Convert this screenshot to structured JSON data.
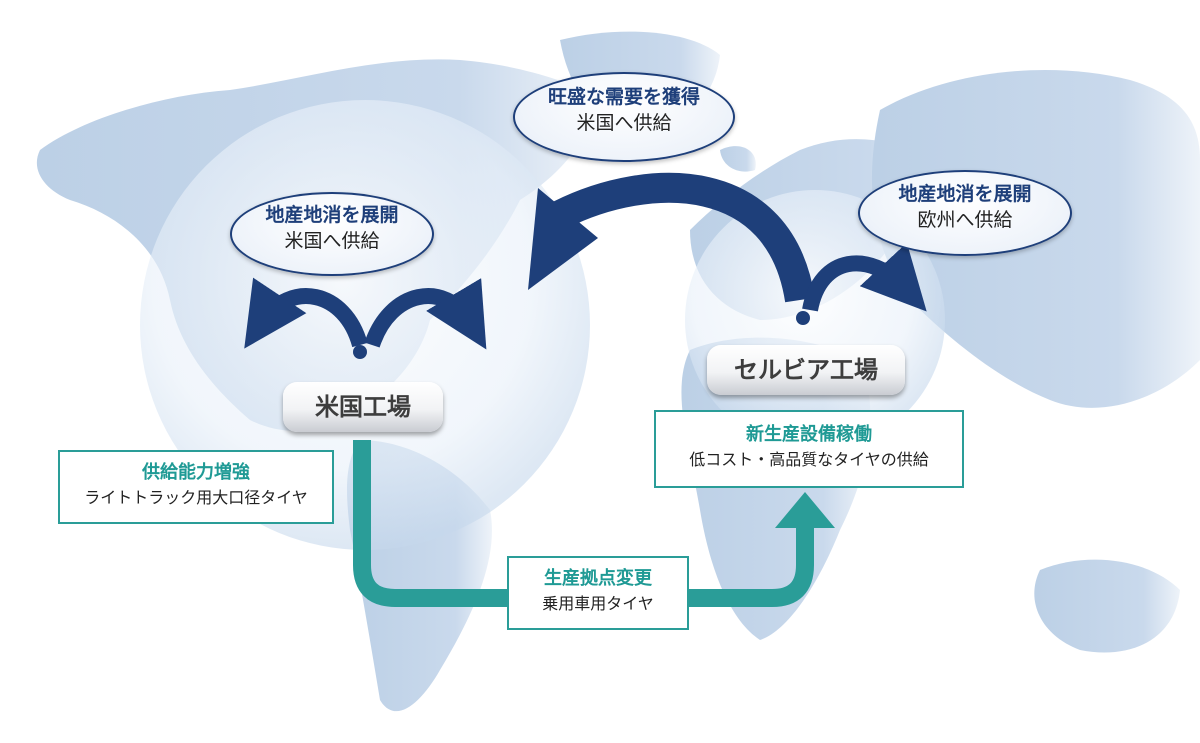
{
  "bubbles": {
    "top": {
      "title": "旺盛な需要を獲得",
      "text": "米国へ供給"
    },
    "us": {
      "title": "地産地消を展開",
      "text": "米国へ供給"
    },
    "eu": {
      "title": "地産地消を展開",
      "text": "欧州へ供給"
    }
  },
  "factories": {
    "us": "米国工場",
    "serbia": "セルビア工場"
  },
  "boxes": {
    "supply": {
      "title": "供給能力増強",
      "text": "ライトトラック用大口径タイヤ"
    },
    "new_equipment": {
      "title": "新生産設備稼働",
      "text": "低コスト・高品質なタイヤの供給"
    },
    "relocation": {
      "title": "生産拠点変更",
      "text": "乗用車用タイヤ"
    }
  },
  "colors": {
    "navy": "#1e3f7a",
    "teal": "#2a9d98",
    "map": "#bcd0e6"
  }
}
